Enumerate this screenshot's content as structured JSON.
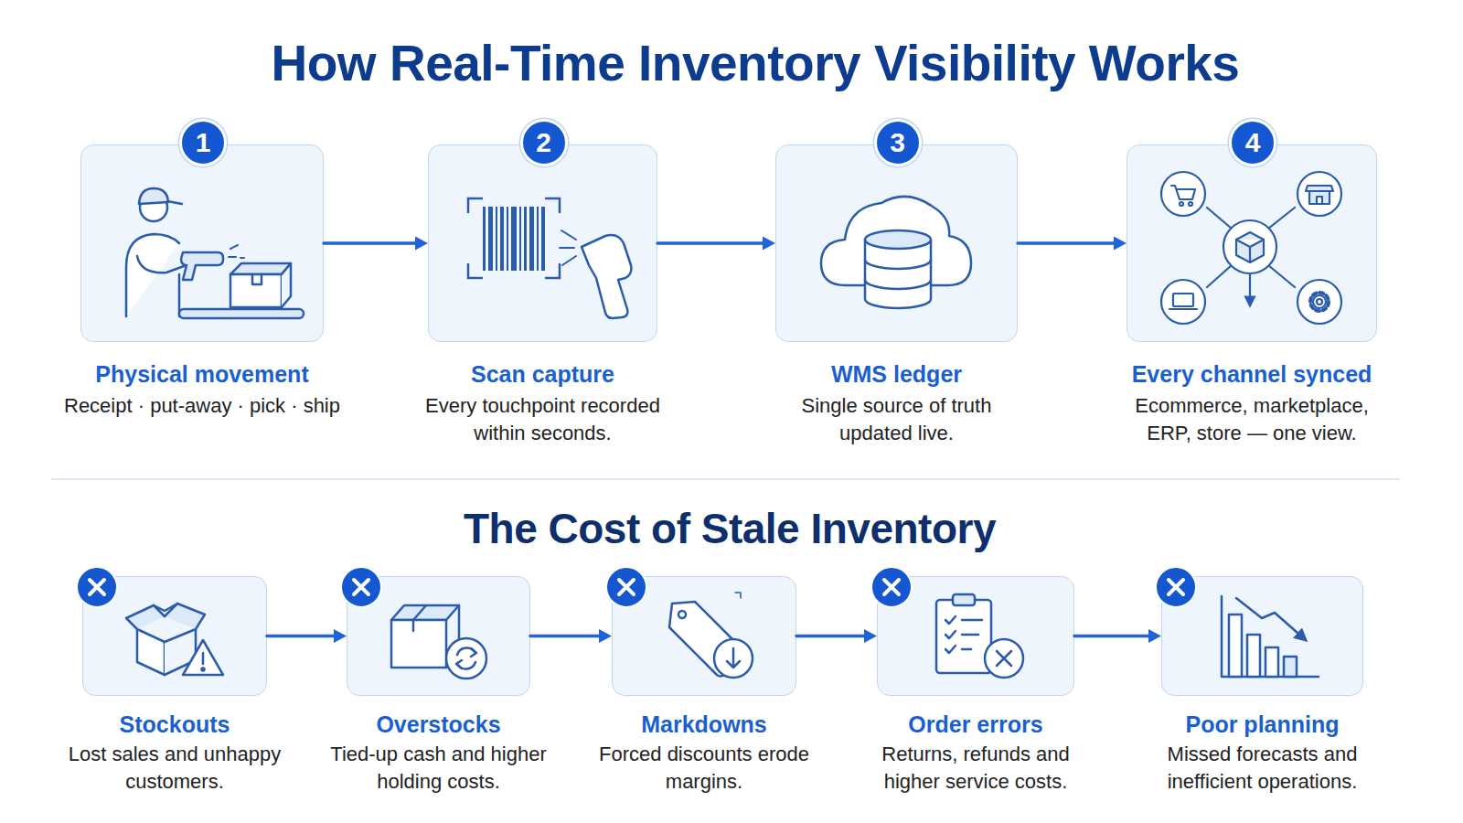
{
  "diagram": {
    "title": "How Real-Time Inventory Visibility Works",
    "nodes": [
      {
        "text": [
          "Physical movement",
          "Receipt · put-away · pick · ship"
        ]
      },
      {
        "text": [
          "1"
        ],
        "in": 0
      },
      {
        "text": [
          "Scan capture",
          "Every touchpoint recorded within seconds."
        ]
      },
      {
        "text": [
          "2"
        ],
        "in": 2
      },
      {
        "text": [
          "WMS ledger",
          "Single source of truth updated live."
        ]
      },
      {
        "text": [
          "3"
        ],
        "in": 4
      },
      {
        "text": [
          "Every channel synced",
          "Ecommerce, marketplace, ERP, store — one view."
        ]
      },
      {
        "text": [
          "4"
        ],
        "in": 6
      },
      {
        "text": [
          "Stockouts",
          "Lost sales and unhappy customers."
        ]
      },
      {
        "text": [
          "Overstocks",
          "Tied-up cash and higher holding costs."
        ]
      },
      {
        "text": [
          "Markdowns",
          "Forced discounts erode margins."
        ]
      },
      {
        "text": [
          "Order errors",
          "Returns, refunds and higher service costs."
        ]
      },
      {
        "text": [
          "Poor planning",
          "Missed forecasts and inefficient operations."
        ]
      }
    ],
    "edges": [
      {
        "from": 0,
        "to": 2,
        "arrow": "to"
      },
      {
        "from": 2,
        "to": 4,
        "arrow": "to"
      },
      {
        "from": 4,
        "to": 6,
        "arrow": "to"
      },
      {
        "from": 8,
        "to": 9,
        "arrow": "to"
      },
      {
        "from": 9,
        "to": 10,
        "arrow": "to"
      },
      {
        "from": 10,
        "to": 11,
        "arrow": "to"
      },
      {
        "from": 11,
        "to": 12,
        "arrow": "to"
      }
    ],
    "labels": [
      "The Cost of Stale Inventory"
    ]
  }
}
